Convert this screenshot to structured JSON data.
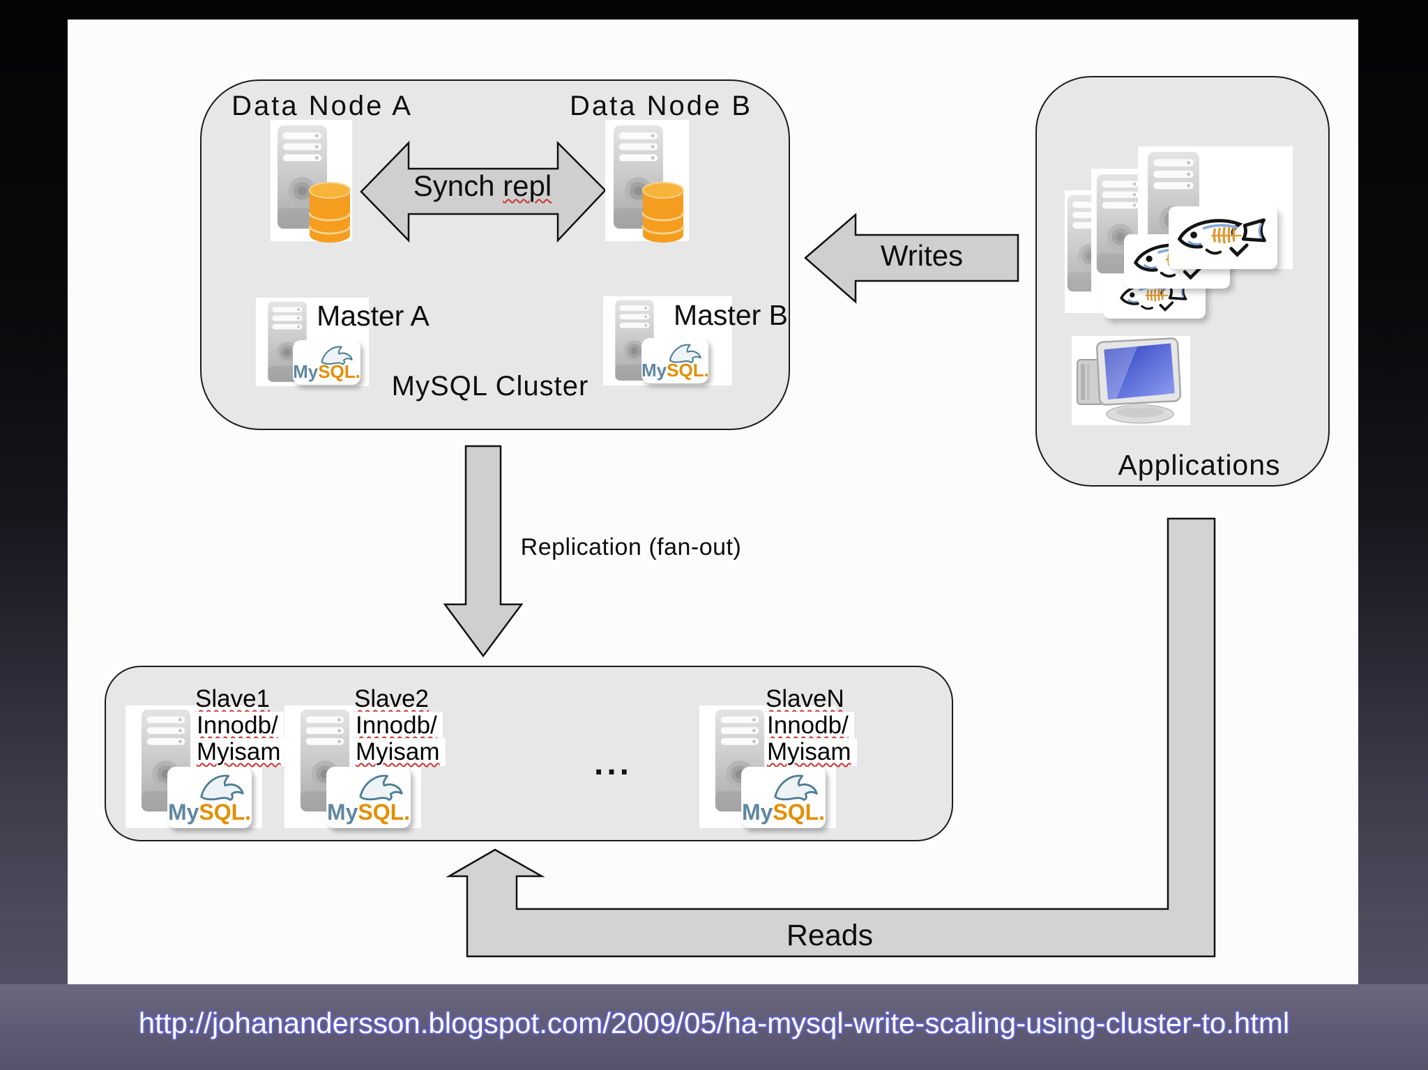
{
  "slide": {
    "cluster": {
      "title": "MySQL Cluster",
      "data_node_a": "Data Node A",
      "data_node_b": "Data Node B",
      "synch_prefix": "Synch ",
      "synch_word": "repl",
      "master_a": "Master A",
      "master_b": "Master B"
    },
    "flows": {
      "writes": "Writes",
      "replication": "Replication (fan-out)",
      "reads": "Reads"
    },
    "slaves": {
      "ellipsis": "...",
      "items": [
        {
          "name": "Slave1",
          "line2": "Innodb/",
          "line3": "Myisam"
        },
        {
          "name": "Slave2",
          "line2": "Innodb/",
          "line3": "Myisam"
        },
        {
          "name": "SlaveN",
          "line2": "Innodb/",
          "line3": "Myisam"
        }
      ]
    },
    "applications": {
      "label": "Applications"
    },
    "logos": {
      "mysql_my": "My",
      "mysql_sql": "SQL",
      "mysql_dot": "."
    }
  },
  "footer": {
    "url": "http://johanandersson.blogspot.com/2009/05/ha-mysql-write-scaling-using-cluster-to.html"
  },
  "colors": {
    "box_fill": "#e7e7e7",
    "arrow_fill": "#cfcfcf",
    "mysql_blue": "#5d87a1",
    "mysql_orange": "#e48e00",
    "db_cylinder_orange": "#f49d1f",
    "screen_blue": "#3347c5",
    "squiggle_red": "#cc3333",
    "url_outline": "#6262d0",
    "footer_bg": "#5e5a74"
  }
}
